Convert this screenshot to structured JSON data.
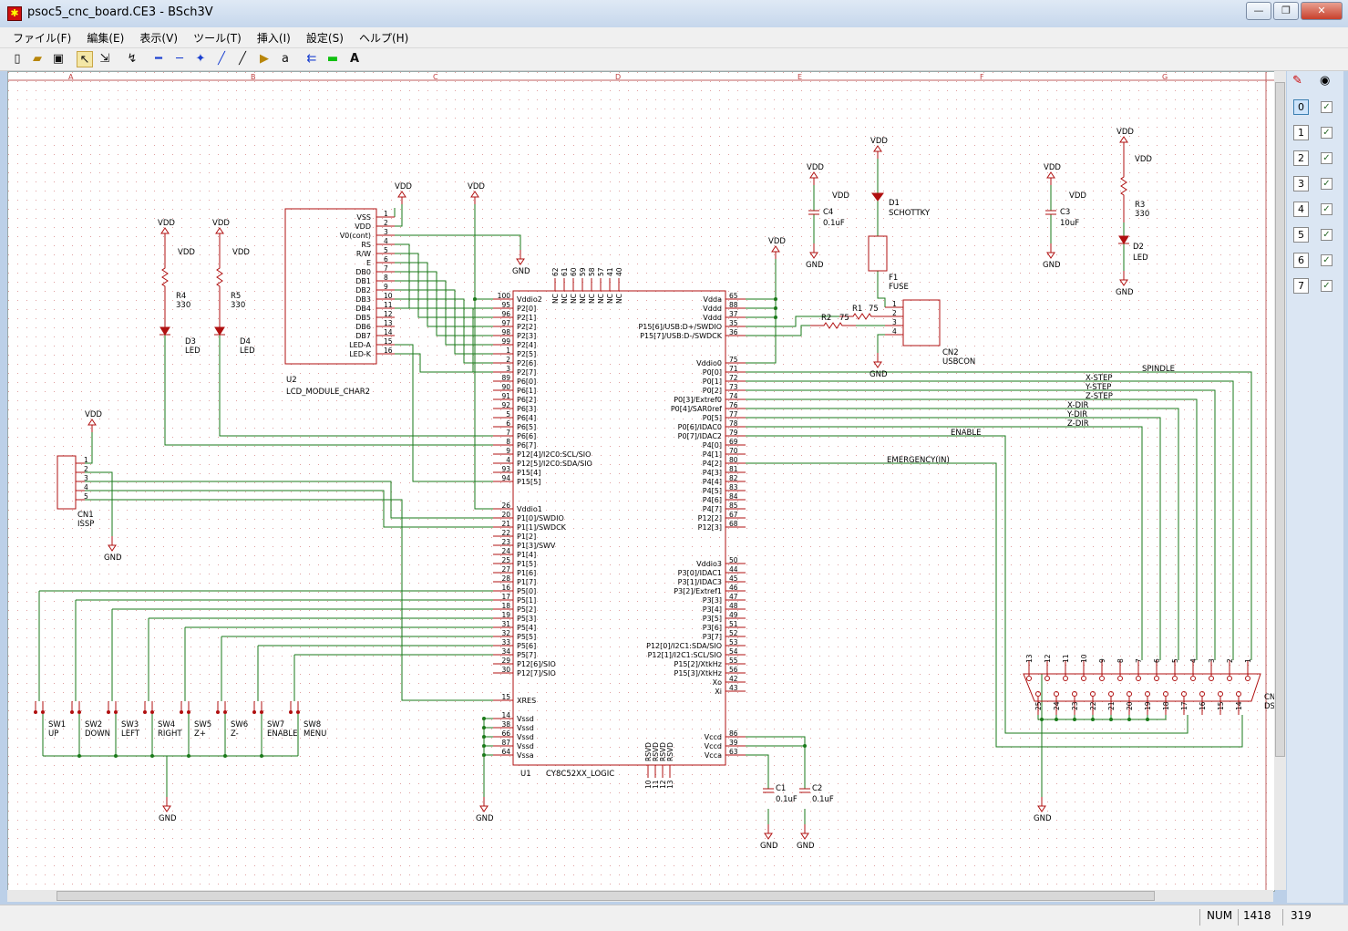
{
  "window": {
    "title": "psoc5_cnc_board.CE3 - BSch3V",
    "min": "—",
    "max": "❐",
    "close": "✕"
  },
  "menu": [
    "ファイル(F)",
    "編集(E)",
    "表示(V)",
    "ツール(T)",
    "挿入(I)",
    "設定(S)",
    "ヘルプ(H)"
  ],
  "toolbar_icons": [
    "new-file-icon",
    "open-folder-icon",
    "save-icon",
    "select-pointer-icon",
    "drag-select-icon",
    "zoom-icon",
    "wire-icon",
    "bus-icon",
    "junction-icon",
    "line-icon",
    "entry-icon",
    "tag-icon",
    "label-icon",
    "bus-entry-icon",
    "dash-line-icon",
    "text-icon"
  ],
  "grid_cols": [
    "A",
    "B",
    "C",
    "D",
    "E",
    "F",
    "G"
  ],
  "layers": [
    {
      "num": "0",
      "checked": "✓"
    },
    {
      "num": "1",
      "checked": "✓"
    },
    {
      "num": "2",
      "checked": "✓"
    },
    {
      "num": "3",
      "checked": "✓"
    },
    {
      "num": "4",
      "checked": "✓"
    },
    {
      "num": "5",
      "checked": "✓"
    },
    {
      "num": "6",
      "checked": "✓"
    },
    {
      "num": "7",
      "checked": "✓"
    }
  ],
  "status": {
    "mode": "NUM",
    "x": "1418",
    "y": "319"
  },
  "schematic": {
    "lcd": {
      "ref": "U2",
      "name": "LCD_MODULE_CHAR2",
      "pins": [
        [
          "VSS",
          "1"
        ],
        [
          "VDD",
          "2"
        ],
        [
          "V0(cont)",
          "3"
        ],
        [
          "RS",
          "4"
        ],
        [
          "R/W",
          "5"
        ],
        [
          "E",
          "6"
        ],
        [
          "DB0",
          "7"
        ],
        [
          "DB1",
          "8"
        ],
        [
          "DB2",
          "9"
        ],
        [
          "DB3",
          "10"
        ],
        [
          "DB4",
          "11"
        ],
        [
          "DB5",
          "12"
        ],
        [
          "DB6",
          "13"
        ],
        [
          "DB7",
          "14"
        ],
        [
          "LED-A",
          "15"
        ],
        [
          "LED-K",
          "16"
        ]
      ]
    },
    "mcu": {
      "ref": "U1",
      "name": "CY8C52XX_LOGIC",
      "left_top": [
        [
          "Vddio2",
          "100"
        ],
        [
          "P2[0]",
          "95"
        ],
        [
          "P2[1]",
          "96"
        ],
        [
          "P2[2]",
          "97"
        ],
        [
          "P2[3]",
          "98"
        ],
        [
          "P2[4]",
          "99"
        ],
        [
          "P2[5]",
          "1"
        ],
        [
          "P2[6]",
          "2"
        ],
        [
          "P2[7]",
          "3"
        ],
        [
          "P6[0]",
          "89"
        ],
        [
          "P6[1]",
          "90"
        ],
        [
          "P6[2]",
          "91"
        ],
        [
          "P6[3]",
          "92"
        ],
        [
          "P6[4]",
          "5"
        ],
        [
          "P6[5]",
          "6"
        ],
        [
          "P6[6]",
          "7"
        ],
        [
          "P6[7]",
          "8"
        ],
        [
          "P12[4]/I2C0:SCL/SIO",
          "9"
        ],
        [
          "P12[5]/I2C0:SDA/SIO",
          "4"
        ],
        [
          "P15[4]",
          "93"
        ],
        [
          "P15[5]",
          "94"
        ]
      ],
      "left_mid": [
        [
          "Vddio1",
          "26"
        ],
        [
          "P1[0]/SWDIO",
          "20"
        ],
        [
          "P1[1]/SWDCK",
          "21"
        ],
        [
          "P1[2]",
          "22"
        ],
        [
          "P1[3]/SWV",
          "23"
        ],
        [
          "P1[4]",
          "24"
        ],
        [
          "P1[5]",
          "25"
        ],
        [
          "P1[6]",
          "27"
        ],
        [
          "P1[7]",
          "28"
        ],
        [
          "P5[0]",
          "16"
        ],
        [
          "P5[1]",
          "17"
        ],
        [
          "P5[2]",
          "18"
        ],
        [
          "P5[3]",
          "19"
        ],
        [
          "P5[4]",
          "31"
        ],
        [
          "P5[5]",
          "32"
        ],
        [
          "P5[6]",
          "33"
        ],
        [
          "P5[7]",
          "34"
        ],
        [
          "P12[6]/SIO",
          "29"
        ],
        [
          "P12[7]/SIO",
          "30"
        ]
      ],
      "xres": [
        "XRES",
        "15"
      ],
      "vss": [
        [
          "Vssd",
          "14"
        ],
        [
          "Vssd",
          "38"
        ],
        [
          "Vssd",
          "66"
        ],
        [
          "Vssd",
          "87"
        ],
        [
          "Vssa",
          "64"
        ]
      ],
      "right_top": [
        [
          "Vdda",
          "65"
        ],
        [
          "Vddd",
          "88"
        ],
        [
          "Vddd",
          "37"
        ],
        [
          "P15[6]/USB:D+/SWDIO",
          "35"
        ],
        [
          "P15[7]/USB:D-/SWDCK",
          "36"
        ]
      ],
      "right_mid": [
        [
          "Vddio0",
          "75"
        ],
        [
          "P0[0]",
          "71"
        ],
        [
          "P0[1]",
          "72"
        ],
        [
          "P0[2]",
          "73"
        ],
        [
          "P0[3]/Extref0",
          "74"
        ],
        [
          "P0[4]/SAR0ref",
          "76"
        ],
        [
          "P0[5]",
          "77"
        ],
        [
          "P0[6]/IDAC0",
          "78"
        ],
        [
          "P0[7]/IDAC2",
          "79"
        ],
        [
          "P4[0]",
          "69"
        ],
        [
          "P4[1]",
          "70"
        ],
        [
          "P4[2]",
          "80"
        ],
        [
          "P4[3]",
          "81"
        ],
        [
          "P4[4]",
          "82"
        ],
        [
          "P4[5]",
          "83"
        ],
        [
          "P4[6]",
          "84"
        ],
        [
          "P4[7]",
          "85"
        ],
        [
          "P12[2]",
          "67"
        ],
        [
          "P12[3]",
          "68"
        ]
      ],
      "right_low": [
        [
          "Vddio3",
          "50"
        ],
        [
          "P3[0]/IDAC1",
          "44"
        ],
        [
          "P3[1]/IDAC3",
          "45"
        ],
        [
          "P3[2]/Extref1",
          "46"
        ],
        [
          "P3[3]",
          "47"
        ],
        [
          "P3[4]",
          "48"
        ],
        [
          "P3[5]",
          "49"
        ],
        [
          "P3[6]",
          "51"
        ],
        [
          "P3[7]",
          "52"
        ],
        [
          "P12[0]/I2C1:SDA/SIO",
          "53"
        ],
        [
          "P12[1]/I2C1:SCL/SIO",
          "54"
        ],
        [
          "P15[2]/XtkHz",
          "55"
        ],
        [
          "P15[3]/XtkHz",
          "56"
        ],
        [
          "Xo",
          "42"
        ],
        [
          "Xi",
          "43"
        ]
      ],
      "right_vcc": [
        [
          "Vccd",
          "86"
        ],
        [
          "Vccd",
          "39"
        ],
        [
          "Vcca",
          "63"
        ]
      ],
      "top_nc": [
        [
          "62",
          "NC"
        ],
        [
          "61",
          "NC"
        ],
        [
          "60",
          "NC"
        ],
        [
          "59",
          "NC"
        ],
        [
          "58",
          "NC"
        ],
        [
          "57",
          "NC"
        ],
        [
          "41",
          "NC"
        ],
        [
          "40",
          "NC"
        ]
      ],
      "bottom_rsvd": [
        [
          "10",
          "RSVD"
        ],
        [
          "11",
          "RSVD"
        ],
        [
          "12",
          "RSVD"
        ],
        [
          "13",
          "RSVD"
        ]
      ]
    },
    "isp": {
      "ref": "CN1",
      "name": "ISSP",
      "pins": [
        "1",
        "2",
        "3",
        "4",
        "5"
      ]
    },
    "usb": {
      "ref": "CN2",
      "name": "USBCON",
      "pins": [
        "1",
        "2",
        "3",
        "4"
      ]
    },
    "db25": {
      "ref": "CN",
      "name": "DS",
      "top": [
        "13",
        "12",
        "11",
        "10",
        "9",
        "8",
        "7",
        "6",
        "5",
        "4",
        "3",
        "2",
        "1"
      ],
      "bottom": [
        "25",
        "24",
        "23",
        "22",
        "21",
        "20",
        "19",
        "18",
        "17",
        "16",
        "15",
        "14"
      ]
    },
    "switches": [
      [
        "SW1",
        "UP"
      ],
      [
        "SW2",
        "DOWN"
      ],
      [
        "SW3",
        "LEFT"
      ],
      [
        "SW4",
        "RIGHT"
      ],
      [
        "SW5",
        "Z+"
      ],
      [
        "SW6",
        "Z-"
      ],
      [
        "SW7",
        "ENABLE"
      ],
      [
        "SW8",
        "MENU"
      ]
    ],
    "nets": [
      "SPINDLE",
      "X-STEP",
      "Y-STEP",
      "Z-STEP",
      "X-DIR",
      "Y-DIR",
      "Z-DIR",
      "ENABLE",
      "EMERGENCY(IN)"
    ],
    "parts": {
      "r4": [
        "R4",
        "330"
      ],
      "r5": [
        "R5",
        "330"
      ],
      "d3": [
        "D3",
        "LED"
      ],
      "d4": [
        "D4",
        "LED"
      ],
      "c4": [
        "C4",
        "0.1uF"
      ],
      "d1": [
        "D1",
        "SCHOTTKY"
      ],
      "f1": [
        "F1",
        "FUSE"
      ],
      "r1": [
        "R1",
        "75"
      ],
      "r2": [
        "R2",
        "75"
      ],
      "c3": [
        "C3",
        "10uF"
      ],
      "r3": [
        "R3",
        "330"
      ],
      "d2": [
        "D2",
        "LED"
      ],
      "c1": [
        "C1",
        "0.1uF"
      ],
      "c2": [
        "C2",
        "0.1uF"
      ]
    },
    "power": {
      "vdd": "VDD",
      "gnd": "GND"
    }
  }
}
